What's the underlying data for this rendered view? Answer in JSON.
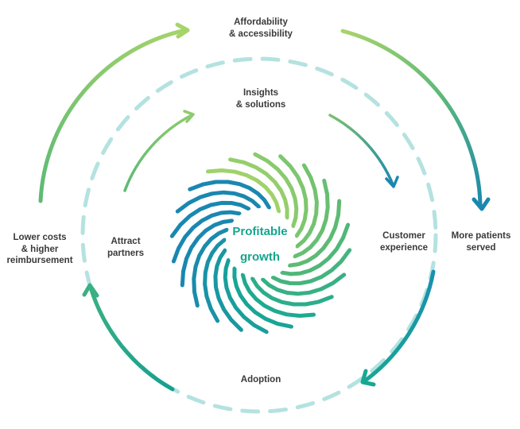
{
  "center": {
    "line1": "Profitable",
    "line2": "growth"
  },
  "labels": {
    "affordability": "Affordability\n& accessibility",
    "insights": "Insights\n& solutions",
    "lower_costs": "Lower costs\n& higher\nreimbursement",
    "attract": "Attract\npartners",
    "customer": "Customer\nexperience",
    "more_patients": "More patients\nserved",
    "adoption": "Adoption"
  },
  "colors": {
    "light_green": "#a6d46a",
    "mid_green": "#5cba74",
    "teal": "#17a894",
    "blue": "#1a87b0",
    "dash": "#b4e2e0",
    "center_text": "#15a58e",
    "label_text": "#3a3a3a"
  }
}
